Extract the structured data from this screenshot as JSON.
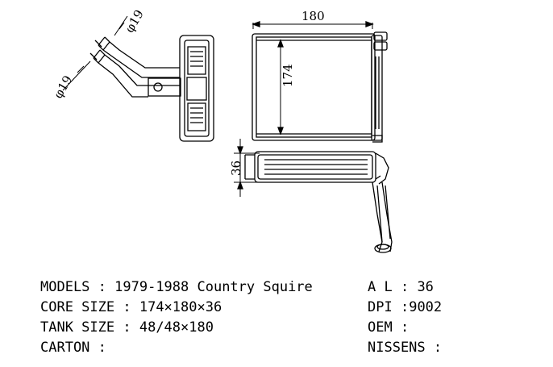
{
  "dimensions": {
    "width_top": "180",
    "height_front": "174",
    "depth_side": "36",
    "pipe_upper": "φ19",
    "pipe_lower": "φ19"
  },
  "specs_left": [
    {
      "label": "MODELS",
      "sep": " : ",
      "value": "1979-1988 Country Squire"
    },
    {
      "label": "CORE SIZE",
      "sep": " : ",
      "value": "174×180×36"
    },
    {
      "label": "TANK SIZE",
      "sep": " : ",
      "value": "48/48×180"
    },
    {
      "label": "CARTON",
      "sep": " : ",
      "value": ""
    }
  ],
  "specs_right": [
    {
      "label": "A L",
      "sep": " : ",
      "value": "36"
    },
    {
      "label": "DPI",
      "sep": " :",
      "value": "9002"
    },
    {
      "label": "OEM",
      "sep": " : ",
      "value": ""
    },
    {
      "label": "NISSENS",
      "sep": " : ",
      "value": ""
    }
  ]
}
